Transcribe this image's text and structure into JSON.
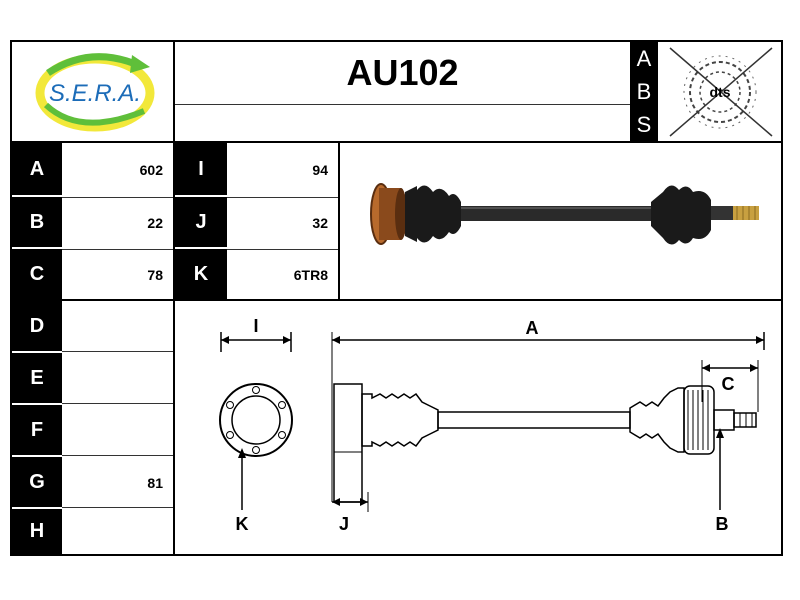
{
  "header": {
    "brand": "S.E.R.A.",
    "part_number": "AU102",
    "abs_letters": [
      "A",
      "B",
      "S"
    ],
    "dts_label": "dts"
  },
  "specs_left": [
    {
      "label": "A",
      "value": "602"
    },
    {
      "label": "B",
      "value": "22"
    },
    {
      "label": "C",
      "value": "78"
    },
    {
      "label": "D",
      "value": ""
    },
    {
      "label": "E",
      "value": ""
    },
    {
      "label": "F",
      "value": ""
    },
    {
      "label": "G",
      "value": "81"
    },
    {
      "label": "H",
      "value": ""
    }
  ],
  "specs_mid": [
    {
      "label": "I",
      "value": "94"
    },
    {
      "label": "J",
      "value": "32"
    },
    {
      "label": "K",
      "value": "6TR8"
    }
  ],
  "diagram_labels": {
    "i": "I",
    "a": "A",
    "c": "C",
    "k": "K",
    "j": "J",
    "b": "B"
  },
  "colors": {
    "logo_green": "#5fbf3a",
    "logo_yellow": "#f2e83a",
    "logo_text": "#1c6cb8",
    "boot_black": "#1a1a1a",
    "flange_copper": "#b86a2c",
    "thread_gold": "#c8a040"
  }
}
